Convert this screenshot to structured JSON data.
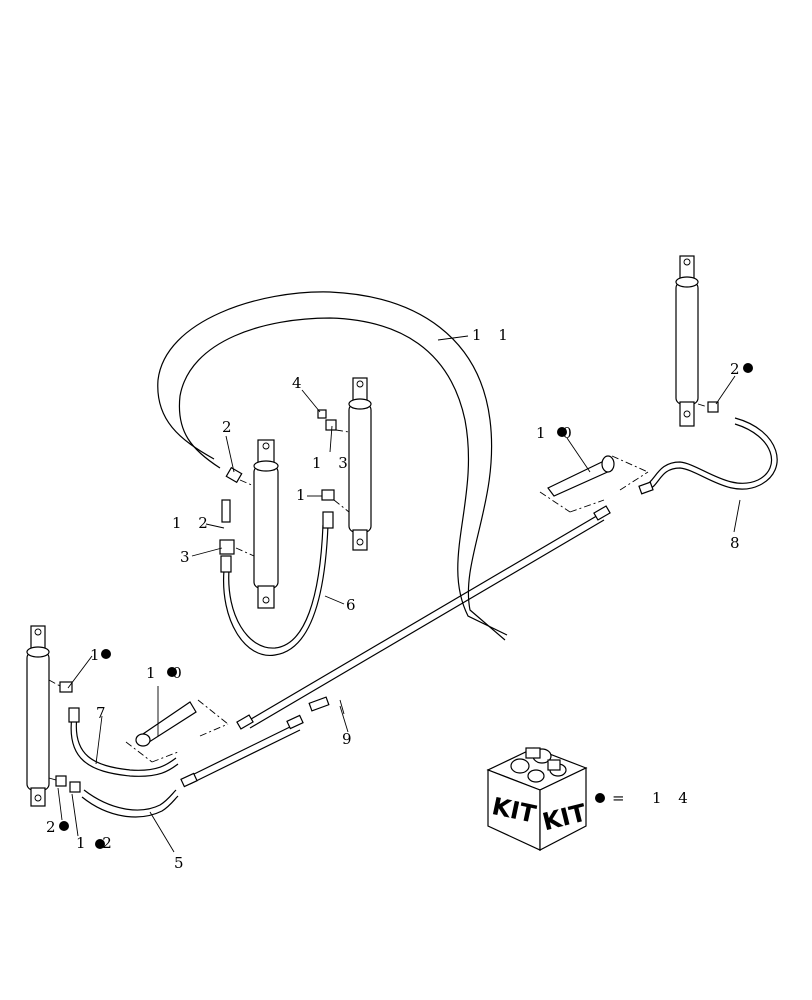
{
  "labels": {
    "l11": "1 1",
    "l2_upper_right": "2",
    "l10_upper": "1 0",
    "l4": "4",
    "l13": "1 3",
    "l2_mid": "2",
    "l1_mid": "1",
    "l12_mid": "1 2",
    "l3": "3",
    "l6": "6",
    "l8": "8",
    "l1_lower": "1",
    "l10_lower": "1 0",
    "l7": "7",
    "l9": "9",
    "l2_lower": "2",
    "l12_lower": "1 2",
    "l5": "5"
  },
  "kit": {
    "box_text_left": "KIT",
    "box_text_right": "KIT",
    "equals": "=",
    "part_number": "1 4"
  },
  "kit_marker": "filled-circle"
}
